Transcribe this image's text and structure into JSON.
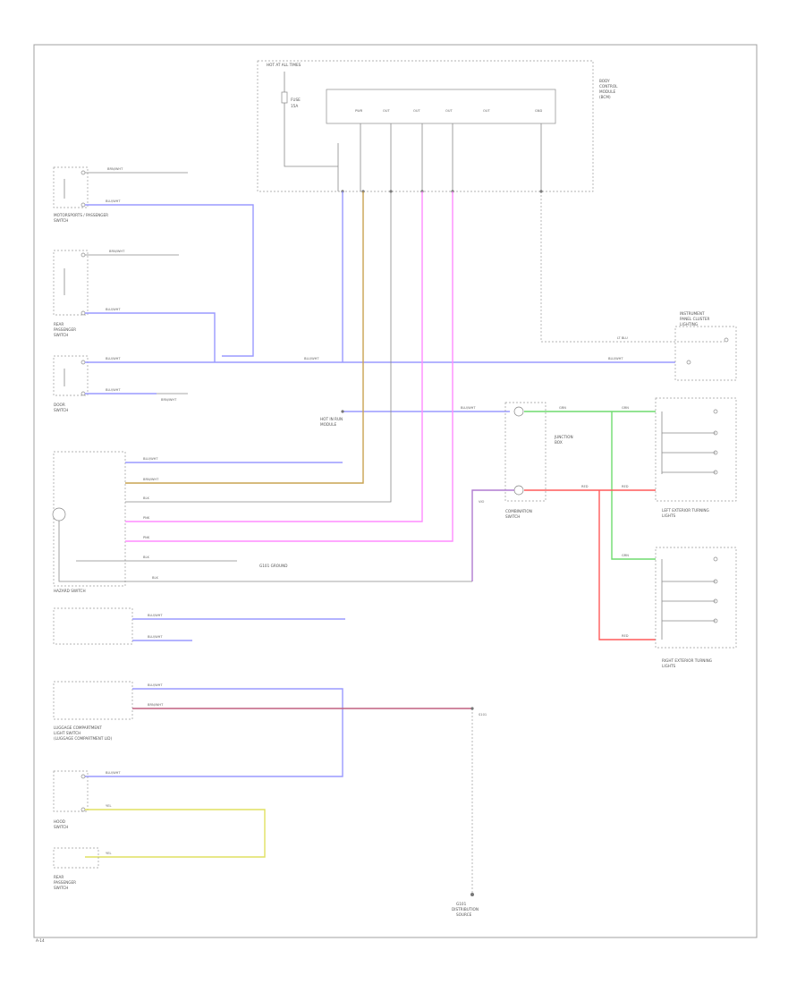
{
  "labels": {
    "top_box": [
      "HOT AT ALL TIMES",
      "FUSE",
      "15A"
    ],
    "bcm": [
      "BODY",
      "CONTROL",
      "MODULE",
      "(BCM)"
    ],
    "bcm_pins": [
      "PWR",
      "OUT",
      "OUT",
      "OUT",
      "OUT",
      "GND"
    ],
    "sw_front_passenger": [
      "MOTORSPORTS / PASSENGER",
      "SWITCH"
    ],
    "sw_rear_passenger": [
      "REAR",
      "PASSENGER",
      "SWITCH"
    ],
    "sw_door_driver": [
      "DOOR",
      "SWITCH"
    ],
    "sw_hazard": "HAZARD SWITCH",
    "sw_trunk": [
      "LUGGAGE COMPARTMENT",
      "LIGHT SWITCH",
      "(LUGGAGE COMPARTMENT LID)"
    ],
    "sw_hood": [
      "HOOD",
      "SWITCH"
    ],
    "sw_rear_pax_bottom": [
      "REAR",
      "PASSENGER",
      "SWITCH"
    ],
    "ground_note": "G101 GROUND",
    "ground_bottom": [
      "G101",
      "DISTRIBUTION",
      "SOURCE"
    ],
    "instrument_cluster": [
      "INSTRUMENT",
      "PANEL CLUSTER",
      "LIGHTING"
    ],
    "turn_sig_lf": [
      "LEFT EXTERIOR TURNING",
      "LIGHTS"
    ],
    "turn_sig_rf": [
      "RIGHT EXTERIOR TURNING",
      "LIGHTS"
    ],
    "combo_sw": [
      "COMBINATION",
      "SWITCH"
    ],
    "junction": [
      "JUNCTION",
      "BOX"
    ],
    "hot_run": [
      "HOT IN RUN",
      "MODULE"
    ],
    "splice": "S101",
    "pg": "A-14"
  },
  "wires": {
    "blu": "BLU/WHT",
    "grn": "GRN",
    "red": "RED",
    "pnk": "PNK",
    "yel": "YEL",
    "vio": "VIO",
    "blk": "BLK",
    "brn": "BRN/WHT",
    "ltblu": "LT BLU"
  },
  "colors": {
    "blue": "#9a9aff",
    "green": "#6fdc6f",
    "red": "#ff5a5a",
    "pink": "#ff8cff",
    "tan": "#c9a350",
    "violet": "#b07ad0",
    "olive": "#e0e060",
    "maroon": "#c06080"
  }
}
